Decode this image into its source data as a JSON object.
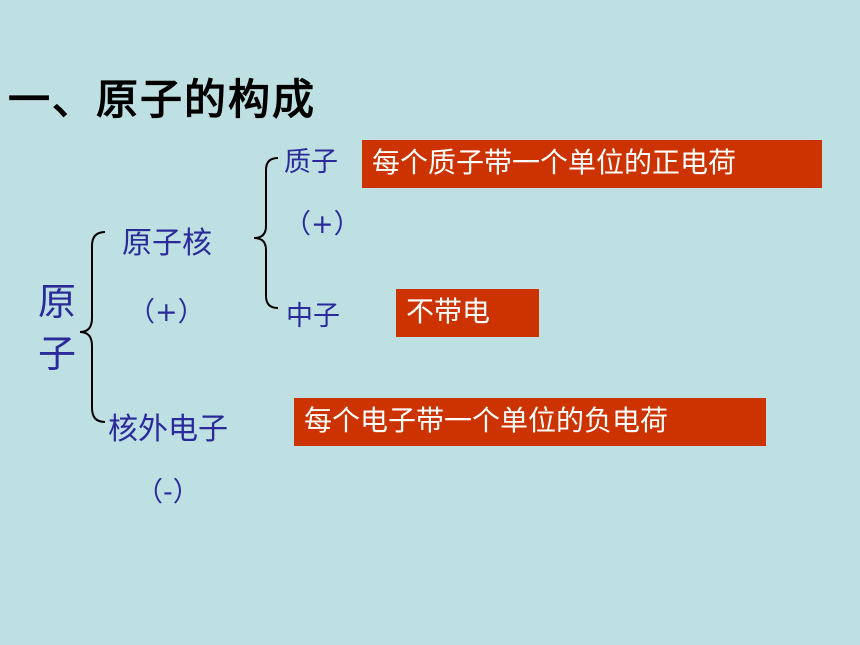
{
  "title": "一、原子的构成",
  "atom": {
    "char1": "原",
    "char2": "子"
  },
  "nucleus": {
    "label": "原子核",
    "charge": "（+）"
  },
  "proton": {
    "label": "质子",
    "charge": "（+）",
    "desc": "每个质子带一个单位的正电荷"
  },
  "neutron": {
    "label": "中子",
    "desc": "不带电"
  },
  "electron": {
    "label": "核外电子",
    "charge": "（-）",
    "desc": "每个电子带一个单位的负电荷"
  },
  "colors": {
    "background": "#bfe0e2",
    "box": "#cc3300",
    "text": "#2a2a9a"
  }
}
